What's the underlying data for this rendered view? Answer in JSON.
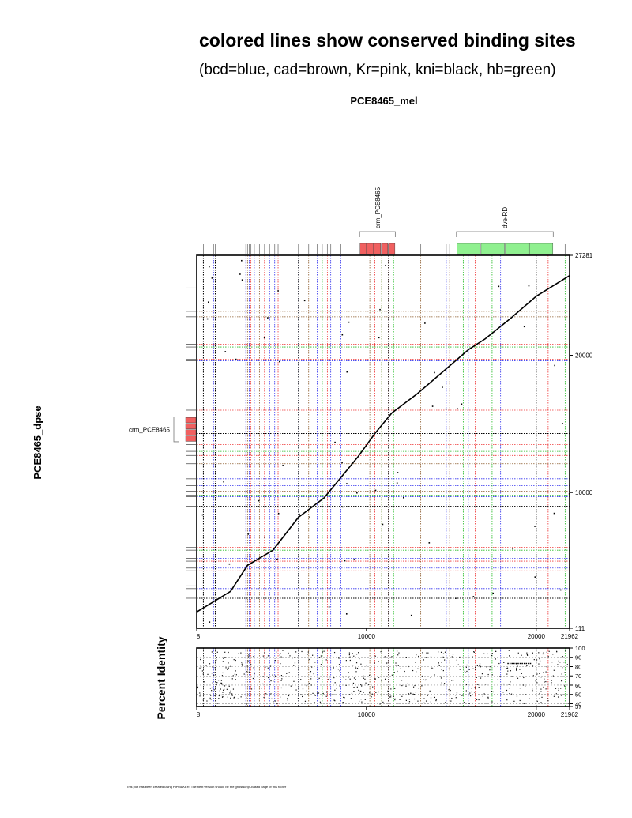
{
  "header": {
    "title": "colored lines show conserved binding sites",
    "subtitle": "(bcd=blue, cad=brown, Kr=pink, kni=black, hb=green)",
    "sequence_x": "PCE8465_mel"
  },
  "colors": {
    "bcd": "#3333ee",
    "cad": "#8b5a2b",
    "Kr": "#ee3333",
    "kni": "#000000",
    "hb": "#22bb22",
    "crm_fill": "#f06060",
    "dve_fill": "#90f090"
  },
  "chart_data": {
    "type": "scatter",
    "xlabel": "PCE8465_mel",
    "ylabel": "PCE8465_dpse",
    "xlim": [
      8,
      21962
    ],
    "ylim": [
      111,
      27281
    ],
    "x_ticks": [
      8,
      10000,
      20000,
      21962
    ],
    "y_ticks": [
      111,
      10000,
      20000,
      27281
    ],
    "alignment_line": [
      [
        8,
        1300
      ],
      [
        2000,
        2800
      ],
      [
        3000,
        4700
      ],
      [
        4500,
        5800
      ],
      [
        6000,
        8200
      ],
      [
        7500,
        9600
      ],
      [
        8500,
        11100
      ],
      [
        9500,
        12600
      ],
      [
        10500,
        14300
      ],
      [
        11500,
        15800
      ],
      [
        13000,
        17200
      ],
      [
        14500,
        18800
      ],
      [
        16000,
        20400
      ],
      [
        17000,
        21200
      ],
      [
        18500,
        22700
      ],
      [
        20000,
        24300
      ],
      [
        21962,
        25800
      ]
    ],
    "x_annotations": [
      {
        "label": "crm_PCE8465",
        "start": 9600,
        "end": 11700
      },
      {
        "label": "dve-RD",
        "start": 15300,
        "end": 21000
      }
    ],
    "y_annotations": [
      {
        "label": "crm_PCE8465",
        "start": 13700,
        "end": 15500
      }
    ],
    "x_sites": {
      "bcd": [
        1000,
        2900,
        3100,
        3400,
        4300,
        4600,
        6000,
        7100,
        7900,
        8500,
        11800,
        14700,
        16000,
        17900
      ],
      "cad": [
        3000,
        3700,
        6600,
        10200,
        13200,
        14900
      ],
      "Kr": [
        3200,
        4000,
        4800,
        7700,
        10500,
        10900,
        11300,
        16400,
        20700
      ],
      "kni": [
        400,
        1100,
        6000,
        11300,
        20000
      ],
      "hb": [
        7400,
        10900,
        11600,
        15700,
        17400,
        21700
      ]
    },
    "y_sites": {
      "bcd": [
        3000,
        4500,
        5200,
        9700,
        10500,
        11000,
        19600
      ],
      "cad": [
        3200,
        10100,
        12100,
        22800,
        23200
      ],
      "Kr": [
        4000,
        4300,
        5000,
        6000,
        12700,
        13500,
        15000,
        16000,
        19700,
        20800
      ],
      "kni": [
        2300,
        9000,
        14300,
        23800
      ],
      "hb": [
        5800,
        9800,
        13000,
        20600,
        24900
      ]
    },
    "percent_identity": {
      "ylabel": "Percent Identity",
      "ylim": [
        37,
        100
      ],
      "y_ticks": [
        100,
        90,
        80,
        70,
        60,
        50,
        40,
        37
      ],
      "xlim": [
        8,
        21962
      ],
      "x_ticks": [
        8,
        10000,
        20000,
        21962
      ]
    }
  },
  "footer": {
    "text": "This plot has been created using PIPMAKER. The next version should be the ghostscript-based page of this footer"
  }
}
